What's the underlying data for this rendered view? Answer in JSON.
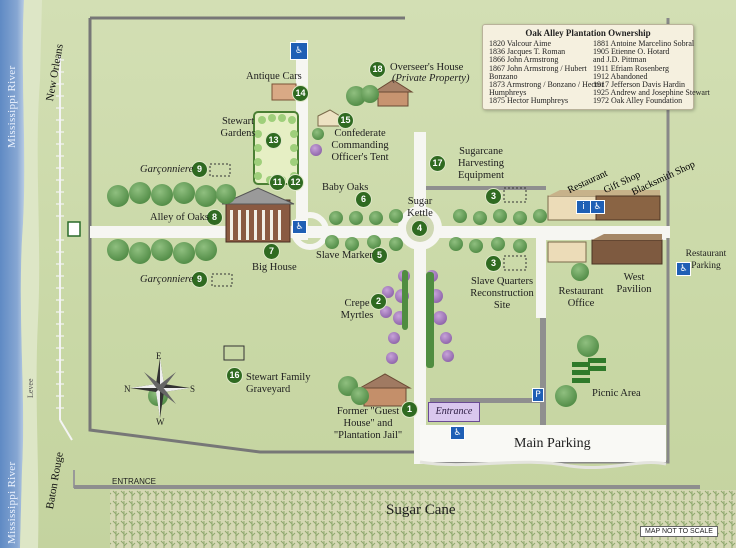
{
  "legend": {
    "title": "Oak Alley Plantation Ownership",
    "left": [
      "1820 Valcour Aime",
      "1836 Jacques T. Roman",
      "1866 John Armstrong",
      "1867 John Armstrong / Hubert",
      "        Bonzano",
      "1873 Armstrong / Bonzano / Hector",
      "        Humphreys",
      "1875 Hector Humphreys"
    ],
    "right": [
      "1881 Antoine Marcelino Sobral",
      "1905 Etienne O. Hotard",
      "        and J.D. Pittman",
      "1911 Efriam Rosenberg",
      "1912 Abandoned",
      "1917 Jefferson Davis Hardin",
      "1925 Andrew and Josephine Stewart",
      "1972 Oak Alley Foundation"
    ]
  },
  "rivers": {
    "top": "Mississippi River",
    "bottom": "Mississippi River",
    "new_orleans": "New Orleans",
    "baton_rouge": "Baton Rouge",
    "levee": "Levee"
  },
  "features": [
    {
      "n": "1",
      "label": "Former \"Guest\nHouse\" and\n\"Plantation Jail\""
    },
    {
      "n": "2",
      "label": "Crepe\nMyrtles"
    },
    {
      "n": "3",
      "label": "Slave Quarters\nReconstruction\nSite"
    },
    {
      "n": "4",
      "label": "Sugar\nKettle"
    },
    {
      "n": "5",
      "label": "Slave Marker"
    },
    {
      "n": "6",
      "label": "Baby Oaks"
    },
    {
      "n": "7",
      "label": "Big House"
    },
    {
      "n": "8",
      "label": "Alley of Oaks"
    },
    {
      "n": "9",
      "label": "Garçonniere"
    },
    {
      "n": "11",
      "label": ""
    },
    {
      "n": "12",
      "label": ""
    },
    {
      "n": "13",
      "label": "Stewart\nGardens"
    },
    {
      "n": "14",
      "label": "Antique Cars"
    },
    {
      "n": "15",
      "label": "Confederate\nCommanding\nOfficer's Tent"
    },
    {
      "n": "16",
      "label": "Stewart Family\nGraveyard"
    },
    {
      "n": "17",
      "label": "Sugarcane\nHarvesting\nEquipment"
    },
    {
      "n": "18",
      "label": "Overseer's House"
    }
  ],
  "labels": {
    "overseer_note": "(Private Property)",
    "restaurant": "Restaurant",
    "gift_shop": "Gift Shop",
    "blacksmith": "Blacksmith Shop",
    "restaurant_parking": "Restaurant\nParking",
    "restaurant_office": "Restaurant\nOffice",
    "west_pavilion": "West\nPavilion",
    "picnic_area": "Picnic Area",
    "main_parking": "Main Parking",
    "entrance_tag": "Entrance",
    "entrance_road": "ENTRANCE",
    "sugar_cane": "Sugar Cane",
    "scale_note": "MAP NOT TO SCALE"
  },
  "compass": {
    "n": "E",
    "e": "S",
    "s": "W",
    "w": "N"
  },
  "icons": [
    "handicap-icon",
    "info-icon",
    "compass-rose-icon",
    "tree-icon",
    "building-icon",
    "gate-icon"
  ]
}
